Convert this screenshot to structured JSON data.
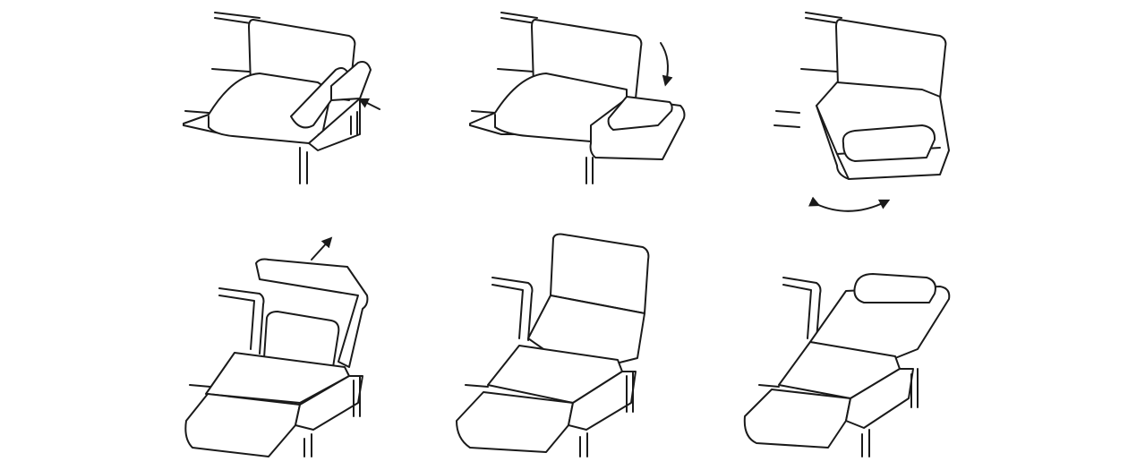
{
  "colors": {
    "stroke": "#1a1a1a",
    "background": "#ffffff"
  },
  "panels": [
    {
      "id": "armrest-tilt"
    },
    {
      "id": "armrest-folded-down"
    },
    {
      "id": "seat-rotate"
    },
    {
      "id": "backrest-raise"
    },
    {
      "id": "backrest-up"
    },
    {
      "id": "lounger-flat"
    }
  ]
}
